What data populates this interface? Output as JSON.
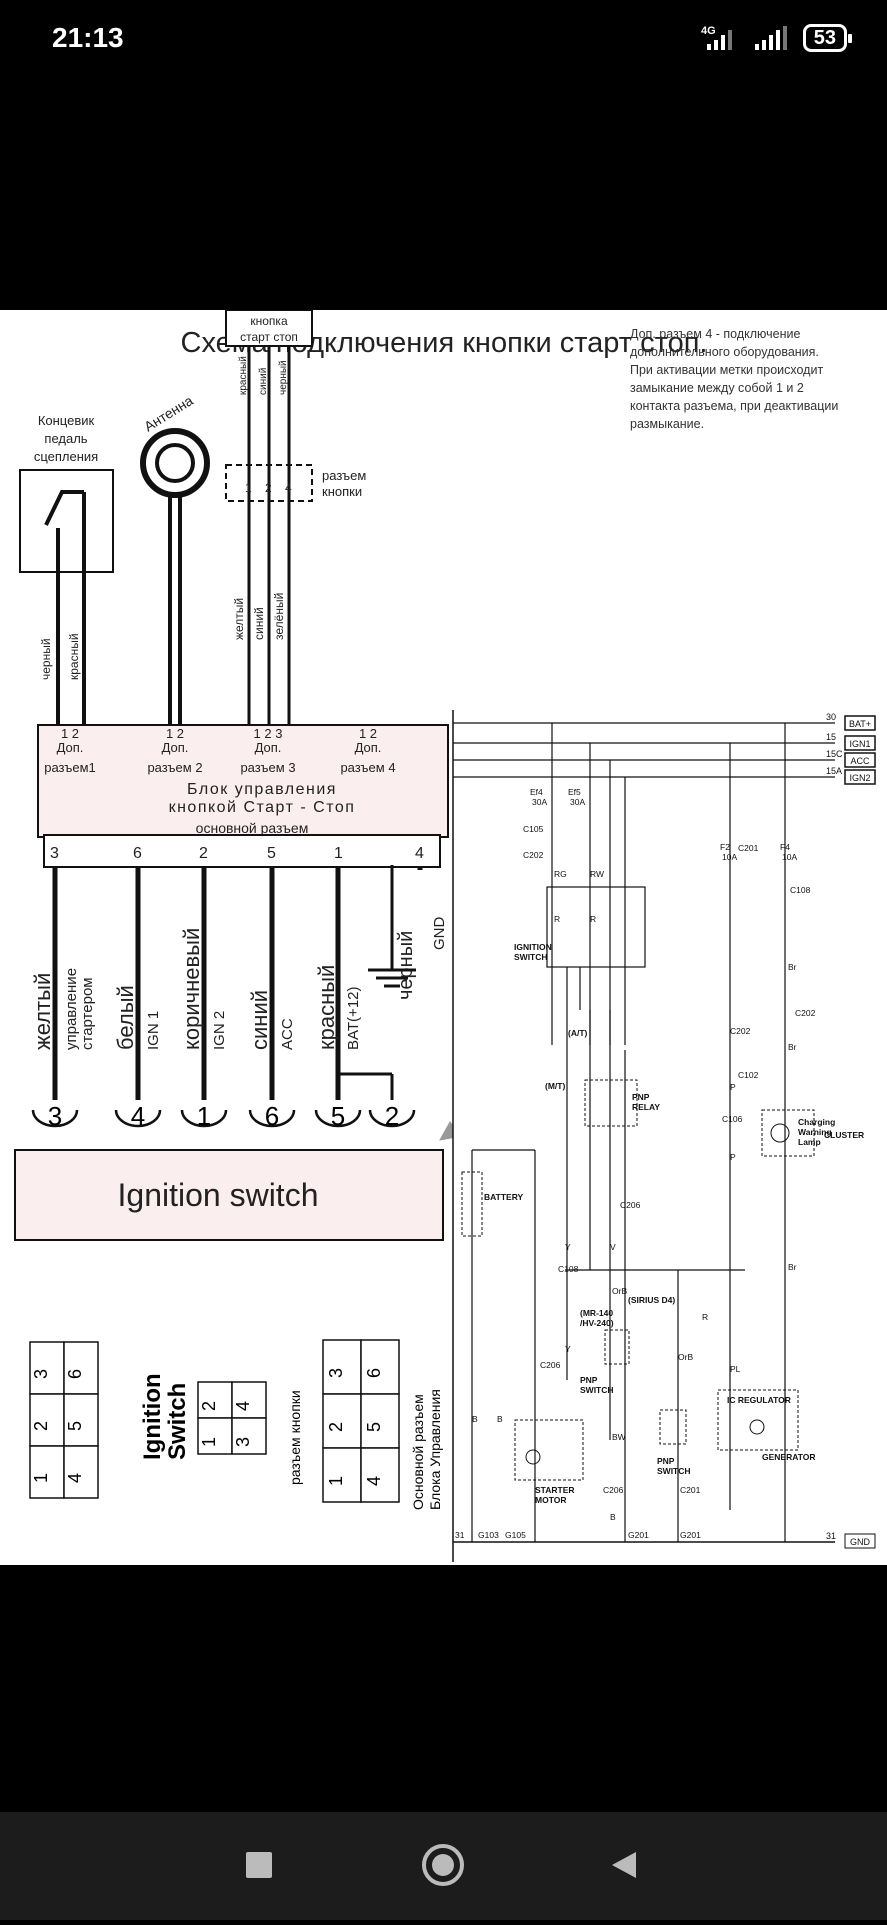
{
  "status_bar": {
    "time": "21:13",
    "network": "4G",
    "battery": "53"
  },
  "diagram": {
    "title": "Схема подключения кнопки старт стоп.",
    "note_lines": [
      "Доп. разъем 4  - подключение",
      "дополнительного оборудования.",
      "При активации метки происходит",
      "замыкание между собой   1 и 2",
      "контакта разъема, при деактивации",
      " размыкание."
    ],
    "clutch_switch": [
      "Концевик",
      "педаль",
      "сцепления"
    ],
    "antenna": "Антенна",
    "button_box": [
      "кнопка",
      "старт  стоп"
    ],
    "button_connector": [
      "разъем",
      "кнопки"
    ],
    "button_wire_colors_top": [
      "красный",
      "синий",
      "черный"
    ],
    "button_pins": [
      "1",
      "2",
      "4"
    ],
    "clutch_wires": [
      "черный",
      "красный"
    ],
    "button_wires": [
      "желтый",
      "синий",
      "зелёный"
    ],
    "control_unit": {
      "title_line1": "Блок управления",
      "title_line2": "кнопкой Старт - Стоп",
      "connectors": [
        {
          "pins": "1   2",
          "name": "Доп.\nразъем1"
        },
        {
          "pins": "1   2",
          "name": "Доп.\nразъем 2"
        },
        {
          "pins": "1  2  3",
          "name": "Доп.\nразъем 3"
        },
        {
          "pins": "1   2",
          "name": "Доп.\nразъем 4"
        }
      ],
      "main_connector": "основной разъем",
      "main_pins": [
        "3",
        "6",
        "2",
        "5",
        "1",
        "4"
      ]
    },
    "main_wires": [
      {
        "color": "желтый",
        "signal": "управление\nстартером"
      },
      {
        "color": "белый",
        "signal": "IGN 1"
      },
      {
        "color": "коричневый",
        "signal": "IGN 2"
      },
      {
        "color": "синий",
        "signal": "ACC"
      },
      {
        "color": "красный",
        "signal": "BAT(+12)"
      },
      {
        "color": "черный",
        "signal": "GND"
      }
    ],
    "ignition_pins": [
      "3",
      "4",
      "1",
      "6",
      "5",
      "2"
    ],
    "ignition_box": "Ignition switch",
    "pinout_labels": {
      "ignition": "Ignition\nSwitch",
      "button": "разъем кнопки",
      "main": "Основной разъем\nБлока Управления"
    },
    "pinout_ignition": [
      [
        "3",
        "6"
      ],
      [
        "2",
        "5"
      ],
      [
        "1",
        "4"
      ]
    ],
    "pinout_button": [
      [
        "2",
        "4"
      ],
      [
        "1",
        "3"
      ]
    ],
    "pinout_main": [
      [
        "3",
        "6"
      ],
      [
        "2",
        "5"
      ],
      [
        "1",
        "4"
      ]
    ],
    "schematic": {
      "rails": [
        {
          "num": "30",
          "label": "BAT+"
        },
        {
          "num": "15",
          "label": "IGN1"
        },
        {
          "num": "15C",
          "label": "ACC"
        },
        {
          "num": "15A",
          "label": "IGN2"
        }
      ],
      "fuses": [
        "Ef4\n30A",
        "Ef5\n30A",
        "F2\n10A",
        "F4\n10A"
      ],
      "connectors": [
        "C105",
        "C202",
        "C201",
        "C202",
        "C102",
        "C106",
        "C206",
        "C108",
        "C206",
        "C206",
        "C201",
        "C108",
        "C202"
      ],
      "components": [
        "IGNITION\nSWITCH",
        "BATTERY",
        "PNP\nRELAY",
        "PNP\nSWITCH",
        "STARTER\nMOTOR",
        "PNP\nSWITCH",
        "IC REGULATOR",
        "GENERATOR",
        "Charging\nWarning\nLamp",
        "CLUSTER"
      ],
      "labels": [
        "(M/T)",
        "(A/T)",
        "(MR-140\n/HV-240)",
        "(SIRIUS D4)"
      ],
      "wire_codes": [
        "RG",
        "RW",
        "R",
        "R",
        "Y",
        "V",
        "OrB",
        "Y",
        "BW",
        "B",
        "B",
        "B",
        "P",
        "P",
        "PL",
        "Br",
        "Br",
        "Br",
        "R",
        "OrB"
      ],
      "ground": {
        "num": "31",
        "label": "GND",
        "points": [
          "G103",
          "G105",
          "G201",
          "G201"
        ]
      }
    }
  },
  "nav_bar": {
    "back": "back-icon",
    "home": "home-icon",
    "recents": "recents-icon"
  }
}
